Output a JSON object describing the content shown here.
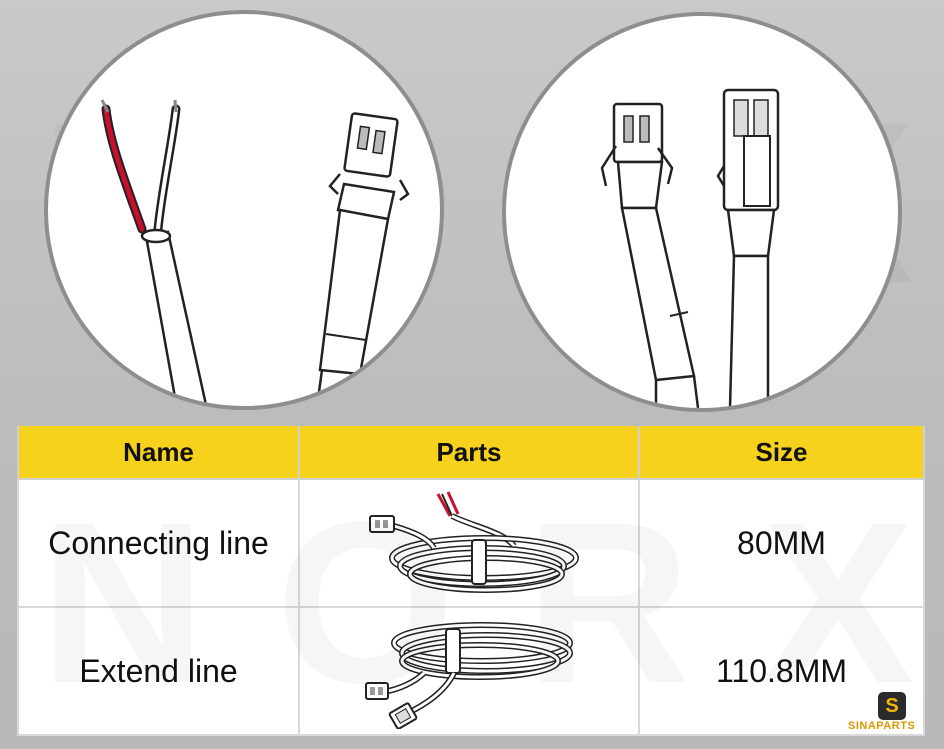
{
  "table": {
    "headers": [
      "Name",
      "Parts",
      "Size"
    ],
    "rows": [
      {
        "name": "Connecting line",
        "size": "80MM"
      },
      {
        "name": "Extend line",
        "size": "110.8MM"
      }
    ]
  },
  "watermark": "NORXI",
  "logo": {
    "badge": "S",
    "text": "SINAPARTS"
  },
  "colors": {
    "header": "#f6d21c",
    "wire_red": "#c8102e",
    "outline": "#222222"
  }
}
